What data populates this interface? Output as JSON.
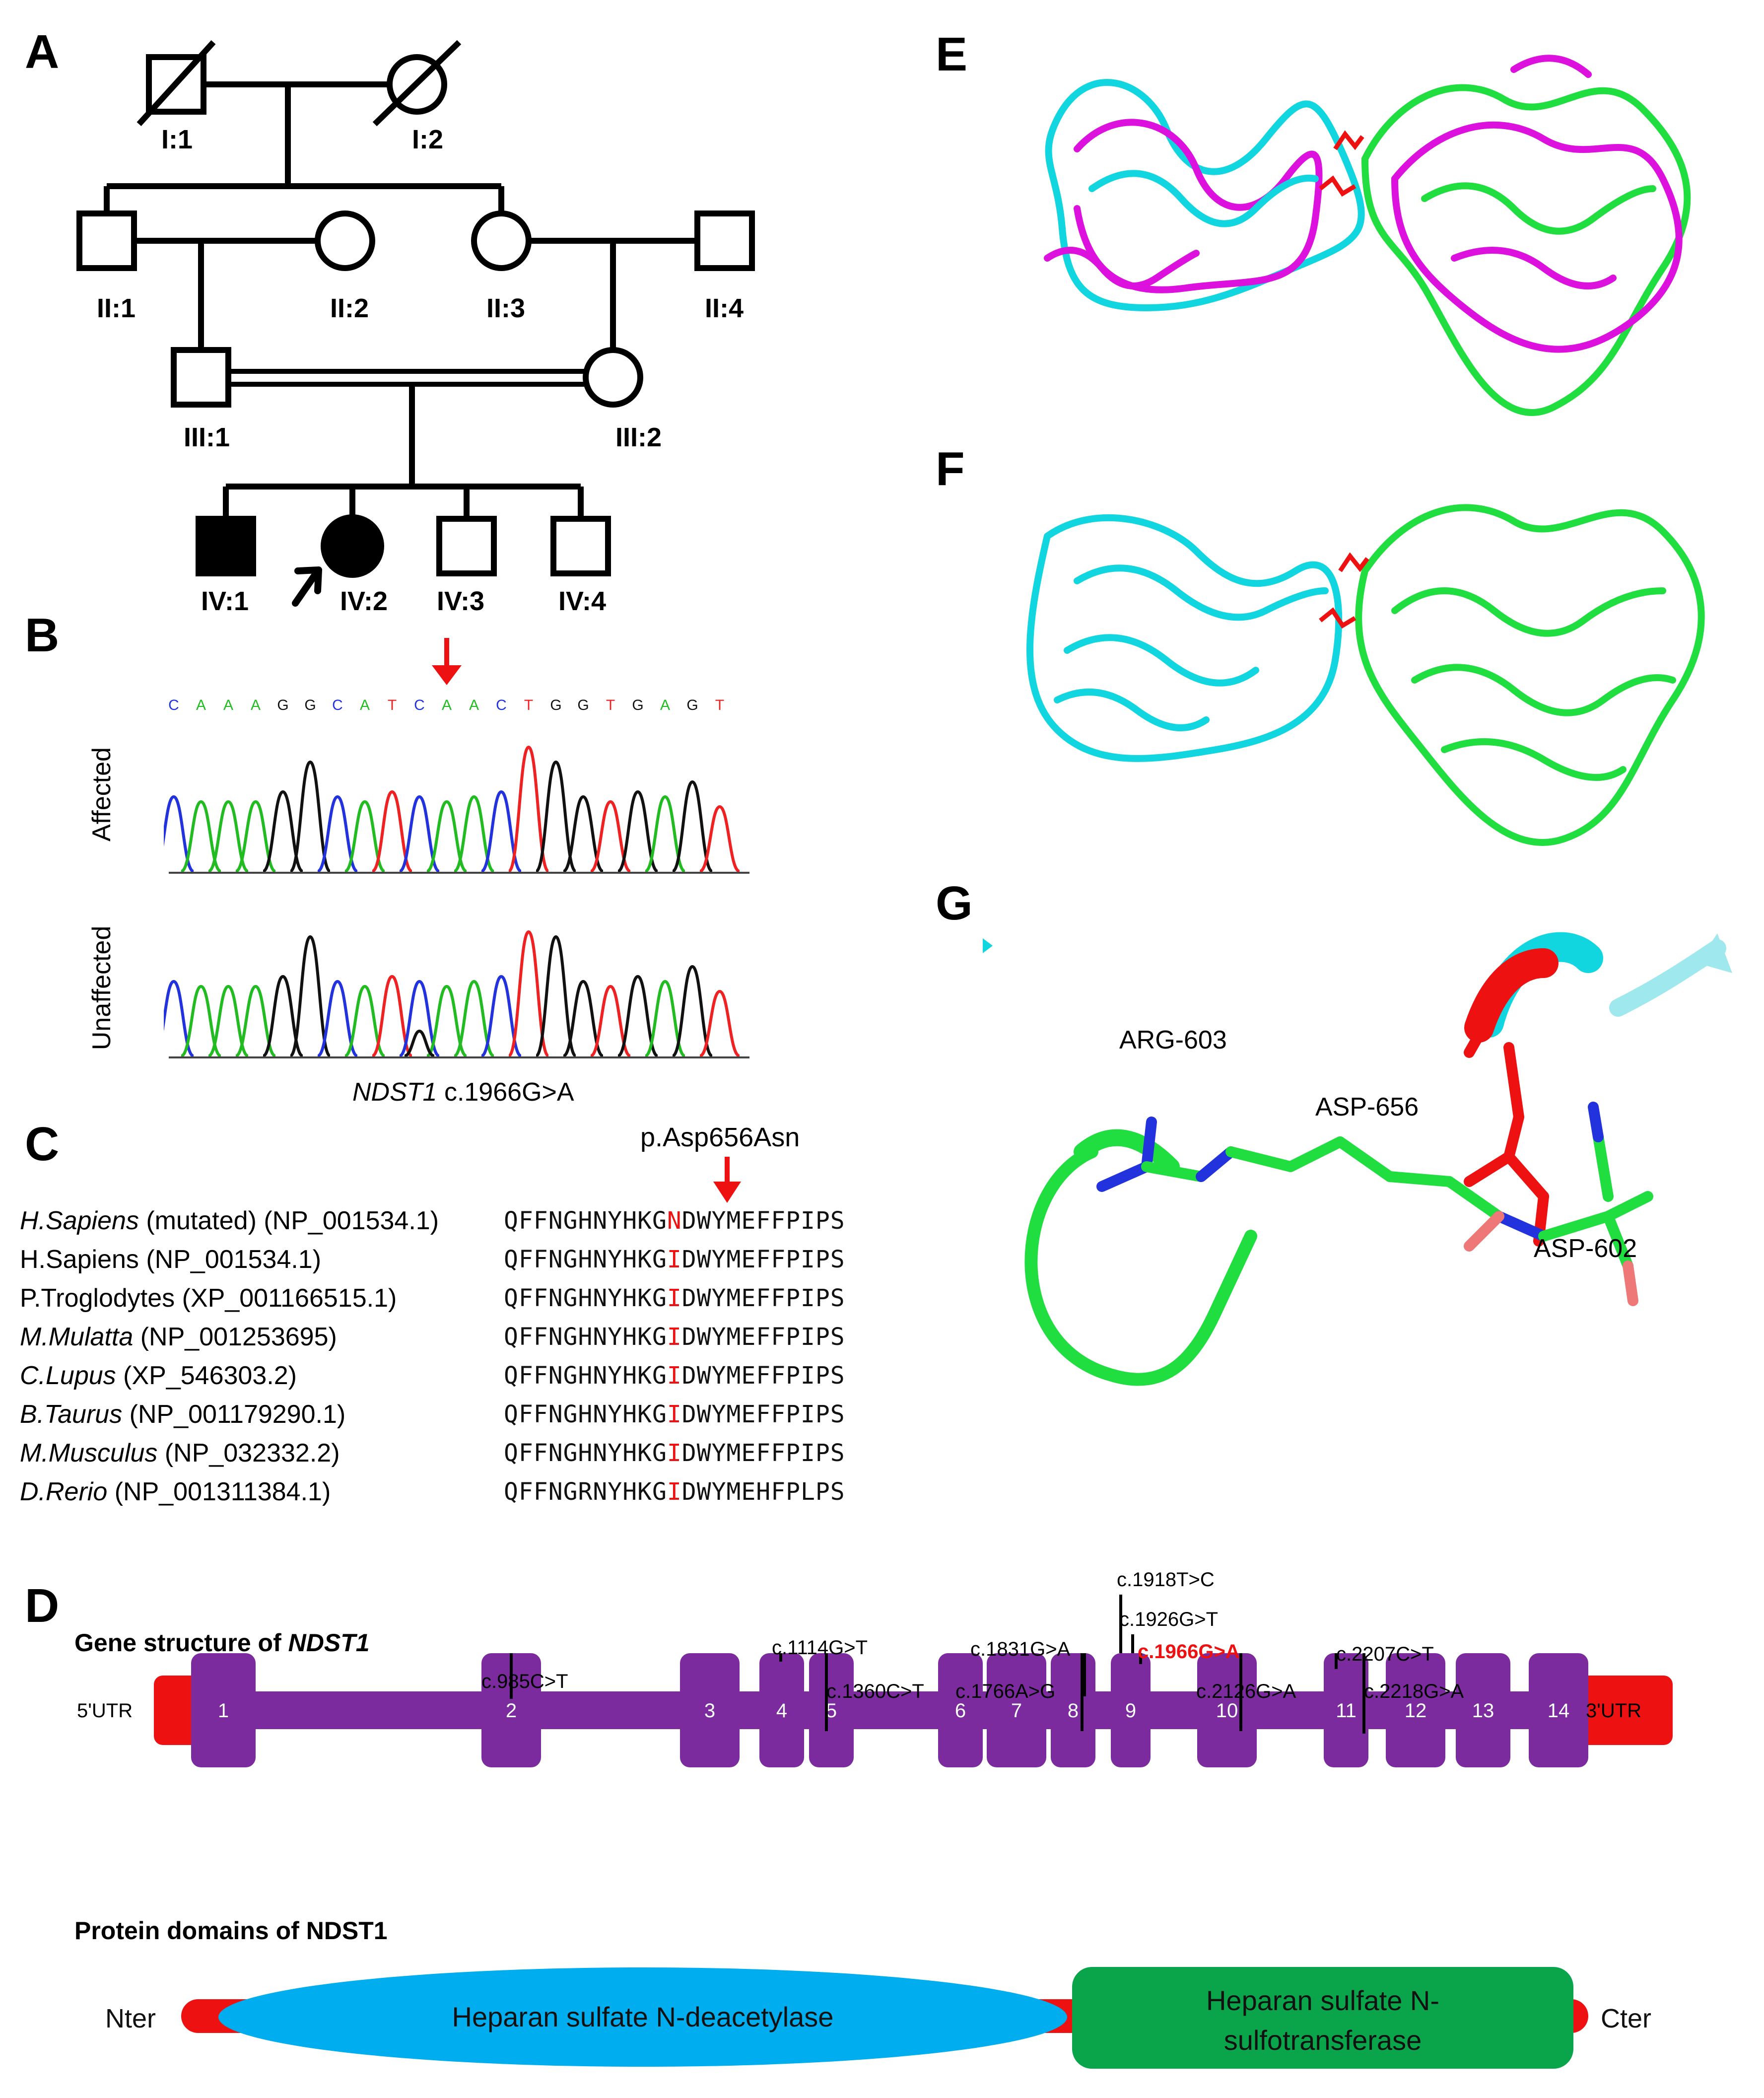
{
  "panels": {
    "a": "A",
    "b": "B",
    "c": "C",
    "d": "D",
    "e": "E",
    "f": "F",
    "g": "G"
  },
  "pedigree": {
    "labels": [
      "I:1",
      "I:2",
      "II:1",
      "II:2",
      "II:3",
      "II:4",
      "III:1",
      "III:2",
      "IV:1",
      "IV:2",
      "IV:3",
      "IV:4"
    ]
  },
  "chromatogram": {
    "sequence": [
      "C",
      "A",
      "A",
      "A",
      "G",
      "G",
      "C",
      "A",
      "T",
      "C",
      "A",
      "A",
      "C",
      "T",
      "G",
      "G",
      "T",
      "G",
      "A",
      "G",
      "T"
    ],
    "affected_label": "Affected",
    "unaffected_label": "Unaffected",
    "gene": "NDST1",
    "variant": "c.1966G>A",
    "colors": {
      "A": "#22bb22",
      "C": "#2233dd",
      "G": "#111111",
      "T": "#ee2222"
    }
  },
  "alignment": {
    "protein_change": "p.Asp656Asn",
    "rows": [
      {
        "species": "H.Sapiens",
        "italic": true,
        "rest": " (mutated) (NP_001534.1)",
        "pre": "QFFNGHNYHKG",
        "res": "N",
        "post": "DWYMEFFPIPS"
      },
      {
        "species": "H.Sapiens",
        "italic": false,
        "rest": " (NP_001534.1)",
        "pre": "QFFNGHNYHKG",
        "res": "I",
        "post": "DWYMEFFPIPS"
      },
      {
        "species": "P.Troglodytes",
        "italic": false,
        "rest": " (XP_001166515.1)",
        "pre": "QFFNGHNYHKG",
        "res": "I",
        "post": "DWYMEFFPIPS"
      },
      {
        "species": "M.Mulatta",
        "italic": true,
        "rest": " (NP_001253695)",
        "pre": "QFFNGHNYHKG",
        "res": "I",
        "post": "DWYMEFFPIPS"
      },
      {
        "species": "C.Lupus",
        "italic": true,
        "rest": " (XP_546303.2)",
        "pre": "QFFNGHNYHKG",
        "res": "I",
        "post": "DWYMEFFPIPS"
      },
      {
        "species": "B.Taurus",
        "italic": true,
        "rest": " (NP_001179290.1)",
        "pre": "QFFNGHNYHKG",
        "res": "I",
        "post": "DWYMEFFPIPS"
      },
      {
        "species": "M.Musculus",
        "italic": true,
        "rest": " (NP_032332.2)",
        "pre": "QFFNGHNYHKG",
        "res": "I",
        "post": "DWYMEFFPIPS"
      },
      {
        "species": "D.Rerio",
        "italic": true,
        "rest": " (NP_001311384.1)",
        "pre": "QFFNGRNYHKG",
        "res": "I",
        "post": "DWYMEHFPLPS"
      }
    ]
  },
  "gene_structure": {
    "title_prefix": "Gene structure of ",
    "gene": "NDST1",
    "utr5": "5'UTR",
    "utr3": "3'UTR",
    "exons": [
      "1",
      "2",
      "3",
      "4",
      "5",
      "6",
      "7",
      "8",
      "9",
      "10",
      "11",
      "12",
      "13",
      "14"
    ],
    "mutations": [
      {
        "label": "c.985C>T",
        "highlight": false
      },
      {
        "label": "c.1114G>T",
        "highlight": false
      },
      {
        "label": "c.1360C>T",
        "highlight": false
      },
      {
        "label": "c.1766A>G",
        "highlight": false
      },
      {
        "label": "c.1831G>A",
        "highlight": false
      },
      {
        "label": "c.1918T>C",
        "highlight": false
      },
      {
        "label": "c.1926G>T",
        "highlight": false
      },
      {
        "label": "c.1966G>A",
        "highlight": true
      },
      {
        "label": "c.2126G>A",
        "highlight": false
      },
      {
        "label": "c.2207C>T",
        "highlight": false
      },
      {
        "label": "c.2218G>A",
        "highlight": false
      }
    ]
  },
  "protein_domains": {
    "title": "Protein domains of NDST1",
    "nter": "Nter",
    "cter": "Cter",
    "domain1": "Heparan sulfate N-deacetylase",
    "domain2_line1": "Heparan sulfate N-",
    "domain2_line2": "sulfotransferase"
  },
  "structure_g": {
    "labels": [
      "ARG-603",
      "ASP-656",
      "ASP-602"
    ]
  },
  "colors": {
    "purple": "#7b2b9e",
    "utr": "#ee1111",
    "domain_blue": "#00aeef",
    "domain_green": "#0aa44a",
    "cyan": "#11d6e0",
    "green": "#20dd40",
    "magenta": "#dd11dd"
  }
}
